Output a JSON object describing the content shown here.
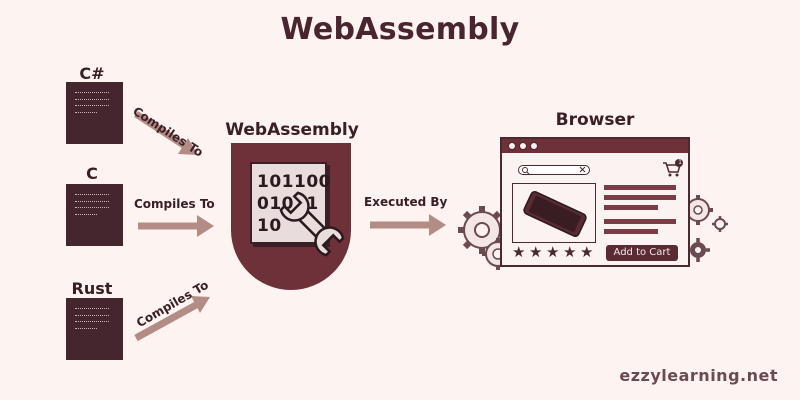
{
  "title": "WebAssembly",
  "sources": [
    {
      "label": "C#",
      "arrow_label": "Compiles To"
    },
    {
      "label": "C",
      "arrow_label": "Compiles To"
    },
    {
      "label": "Rust",
      "arrow_label": "Compiles To"
    }
  ],
  "wasm": {
    "title": "WebAssembly",
    "binary_lines": [
      "101100",
      "01011",
      "10"
    ]
  },
  "execution_label": "Executed By",
  "browser": {
    "title": "Browser",
    "cart_button": "Add to Cart",
    "cart_count": "1",
    "rating_stars": 5
  },
  "footer": "ezzylearning.net",
  "colors": {
    "background": "#fdf3f0",
    "dark": "#45262e",
    "shield": "#6e3039",
    "arrow": "#b48c86"
  }
}
